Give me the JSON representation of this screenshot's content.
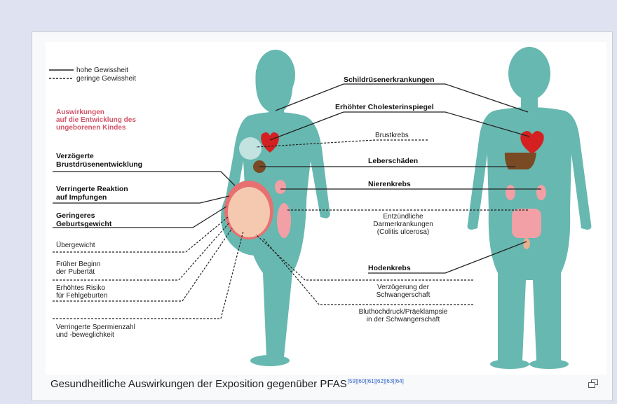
{
  "legend": {
    "solid": "hohe Gewissheit",
    "dashed": "geringe Gewissheit"
  },
  "unborn_heading": [
    "Auswirkungen",
    "auf die Entwicklung des",
    "ungeborenen Kindes"
  ],
  "left_labels": {
    "breast_dev": [
      "Verzögerte",
      "Brustdrüsenentwicklung"
    ],
    "vaccine": [
      "Verringerte Reaktion",
      "auf Impfungen"
    ],
    "birthweight": [
      "Geringeres",
      "Geburtsgewicht"
    ],
    "overweight": "Übergewicht",
    "puberty": [
      "Früher Beginn",
      "der Pubertät"
    ],
    "miscarriage": [
      "Erhöhtes Risiko",
      "für Fehlgeburten"
    ],
    "sperm": [
      "Verringerte Spermienzahl",
      "und -beweglichkeit"
    ]
  },
  "center_labels": {
    "thyroid": "Schildrüsenerkrankungen",
    "cholesterol": "Erhöhter Cholesterinspiegel",
    "breast_cancer": "Brustkrebs",
    "liver": "Leberschäden",
    "kidney": "Nierenkrebs",
    "colitis": [
      "Entzündliche",
      "Darmerkrankungen",
      "(Colitis ulcerosa)"
    ],
    "testicular": "Hodenkrebs",
    "pregnancy_delay": [
      "Verzögerung der",
      "Schwangerschaft"
    ],
    "hypertension": [
      "Bluthochdruck/Präeklampsie",
      "in der Schwangerschaft"
    ]
  },
  "caption": {
    "text": "Gesundheitliche Auswirkungen der Exposition gegenüber PFAS",
    "refs": "[59][60][61][62][63][64]"
  },
  "icons": {
    "enlarge": "enlarge-icon"
  },
  "colors": {
    "body": "#67b8b0",
    "heart": "#d42020",
    "liver": "#7a4a25",
    "organ_pink": "#f2a0a5",
    "red_text": "#d1556a"
  }
}
